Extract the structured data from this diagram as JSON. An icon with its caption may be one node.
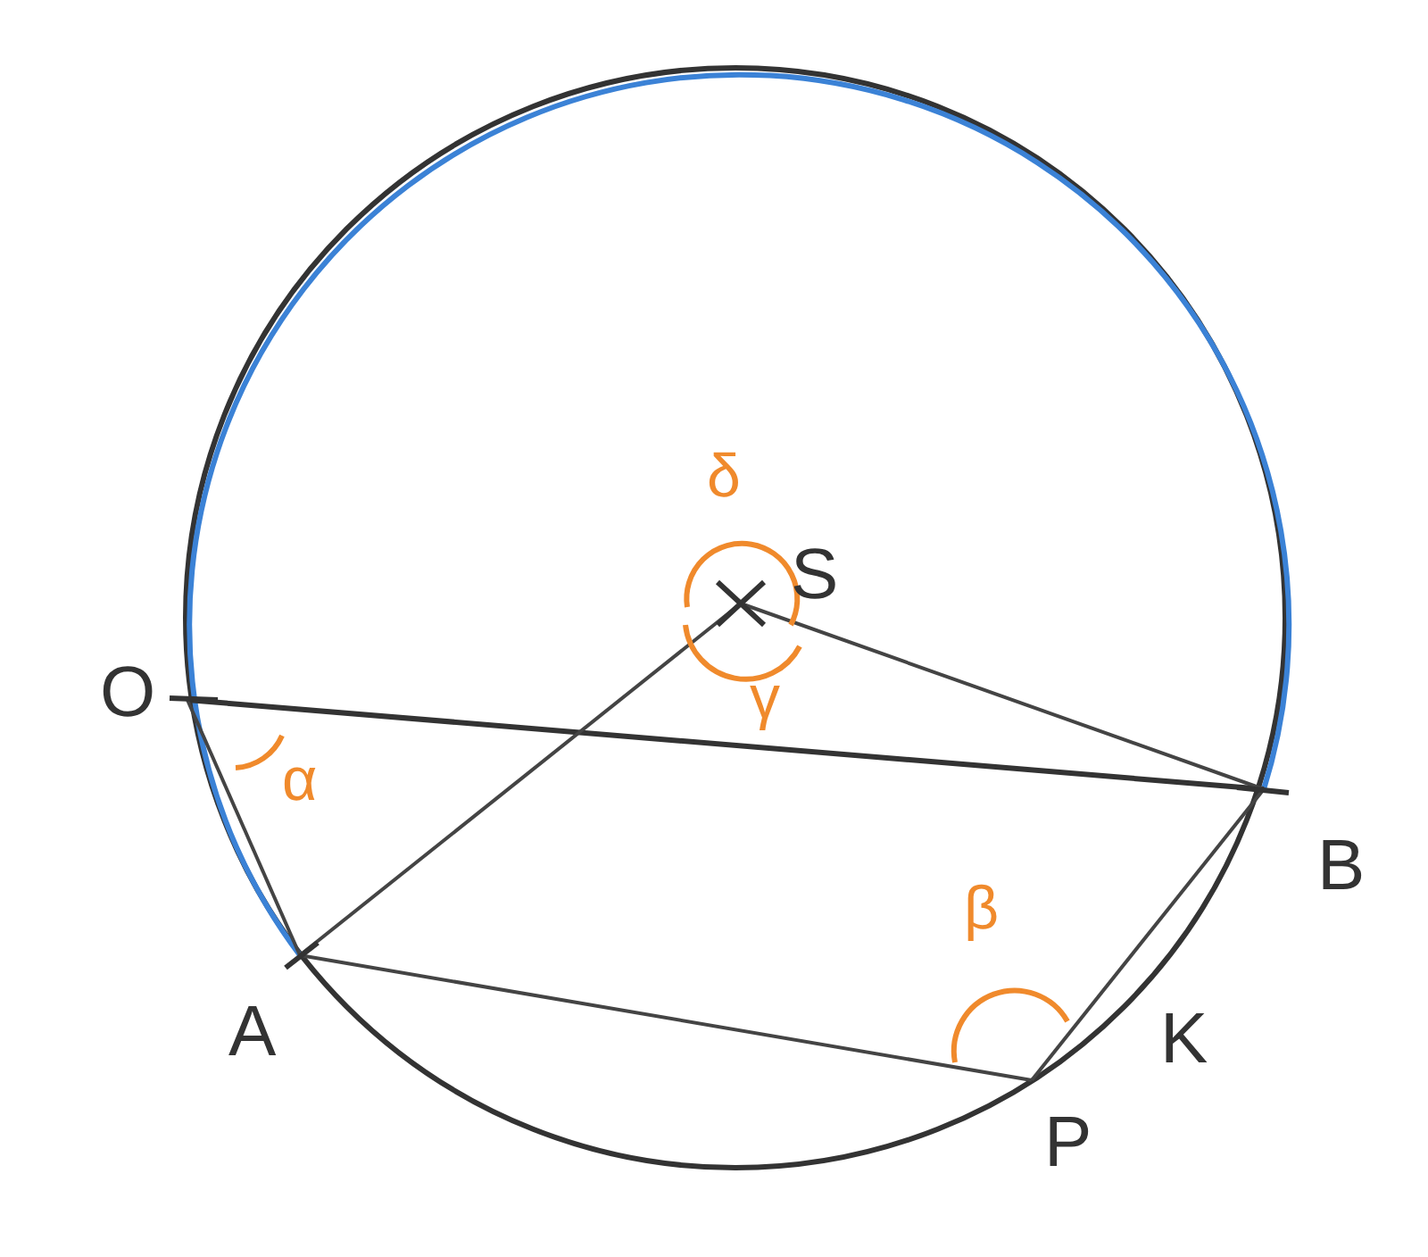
{
  "diagram": {
    "labels": [
      "δ",
      "S",
      "γ",
      "O",
      "α",
      "B",
      "β",
      "A",
      "K",
      "P"
    ]
  }
}
